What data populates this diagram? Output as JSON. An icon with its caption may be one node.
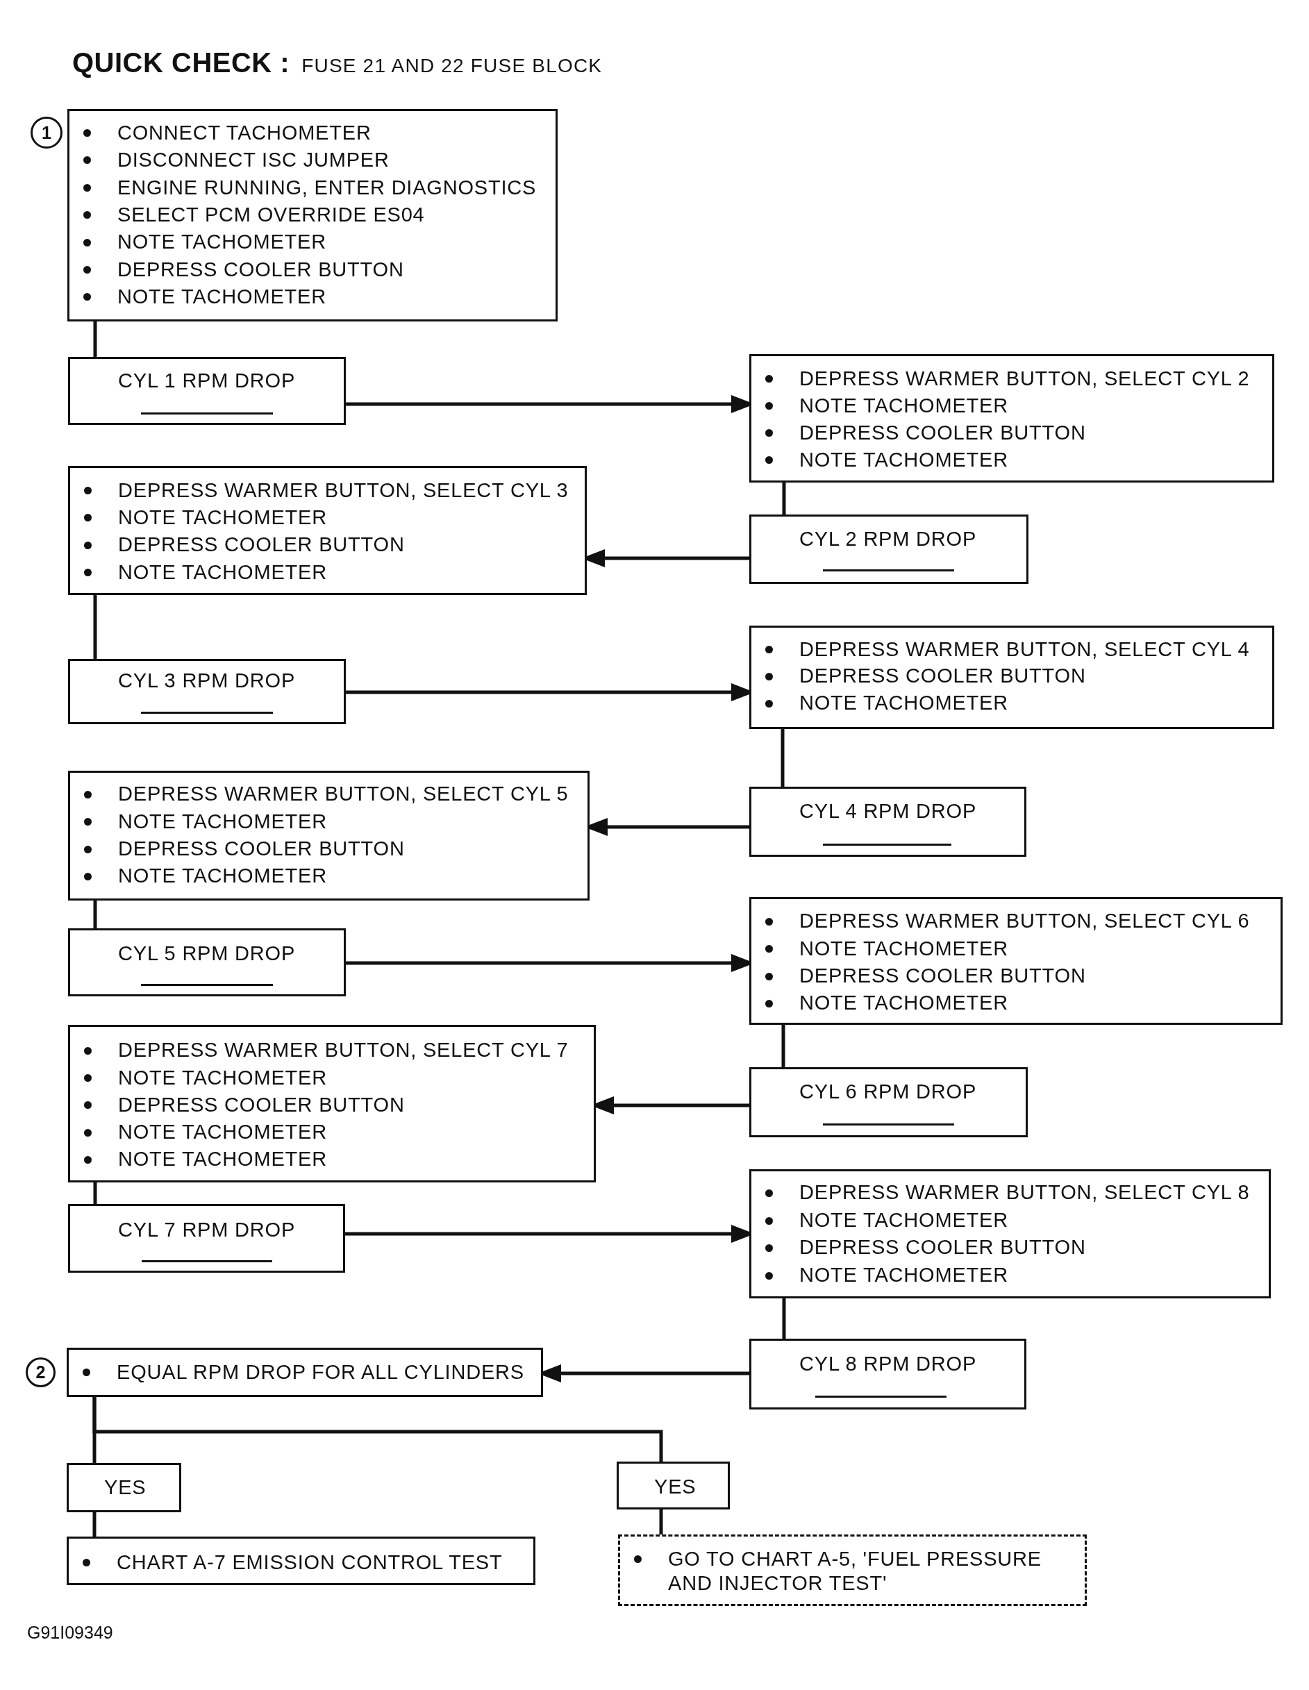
{
  "diagram": {
    "title": "**QUICK CHECK :** FUSE 21 AND 22 FUSE BLOCK",
    "nodes": [
      {
        "text": [
          "1"
        ]
      },
      {
        "text": [
          "CONNECT TACHOMETER",
          "DISCONNECT ISC JUMPER",
          "ENGINE RUNNING, ENTER DIAGNOSTICS",
          "SELECT PCM OVERRIDE ES04",
          "NOTE TACHOMETER",
          "DEPRESS COOLER BUTTON",
          "NOTE TACHOMETER"
        ]
      },
      {
        "text": [
          "CYL 1 RPM DROP"
        ]
      },
      {
        "text": [
          "DEPRESS WARMER BUTTON, SELECT CYL 2",
          "NOTE TACHOMETER",
          "DEPRESS COOLER BUTTON",
          "NOTE TACHOMETER"
        ]
      },
      {
        "text": [
          "CYL 2 RPM DROP"
        ]
      },
      {
        "text": [
          "DEPRESS WARMER BUTTON, SELECT CYL 3",
          "NOTE TACHOMETER",
          "DEPRESS COOLER BUTTON",
          "NOTE TACHOMETER"
        ]
      },
      {
        "text": [
          "CYL 3 RPM DROP"
        ]
      },
      {
        "text": [
          "DEPRESS WARMER BUTTON, SELECT CYL 4",
          "DEPRESS COOLER BUTTON",
          "NOTE TACHOMETER"
        ]
      },
      {
        "text": [
          "CYL 4 RPM DROP"
        ]
      },
      {
        "text": [
          "DEPRESS WARMER BUTTON, SELECT CYL 5",
          "NOTE TACHOMETER",
          "DEPRESS COOLER BUTTON",
          "NOTE TACHOMETER"
        ]
      },
      {
        "text": [
          "CYL 5 RPM DROP"
        ]
      },
      {
        "text": [
          "DEPRESS WARMER BUTTON, SELECT CYL 6",
          "NOTE TACHOMETER",
          "DEPRESS COOLER BUTTON",
          "NOTE TACHOMETER"
        ]
      },
      {
        "text": [
          "CYL 6 RPM DROP"
        ]
      },
      {
        "text": [
          "DEPRESS WARMER BUTTON, SELECT CYL 7",
          "NOTE TACHOMETER",
          "DEPRESS COOLER BUTTON",
          "NOTE TACHOMETER",
          "NOTE TACHOMETER"
        ]
      },
      {
        "text": [
          "CYL 7 RPM DROP"
        ]
      },
      {
        "text": [
          "DEPRESS WARMER BUTTON, SELECT CYL 8",
          "NOTE TACHOMETER",
          "DEPRESS COOLER BUTTON",
          "NOTE TACHOMETER"
        ]
      },
      {
        "text": [
          "CYL 8 RPM DROP"
        ]
      },
      {
        "text": [
          "2"
        ]
      },
      {
        "text": [
          "EQUAL RPM DROP FOR ALL CYLINDERS"
        ]
      },
      {
        "text": [
          "YES"
        ]
      },
      {
        "text": [
          "YES"
        ]
      },
      {
        "text": [
          "CHART A-7 EMISSION CONTROL TEST"
        ]
      },
      {
        "text": [
          "GO TO CHART A-5, 'FUEL PRESSURE AND INJECTOR TEST'"
        ]
      }
    ],
    "edges": [
      {
        "from": 1,
        "to": 2,
        "arrow": "none"
      },
      {
        "from": 2,
        "to": 3,
        "arrow": "to"
      },
      {
        "from": 3,
        "to": 4,
        "arrow": "none"
      },
      {
        "from": 4,
        "to": 5,
        "arrow": "to"
      },
      {
        "from": 5,
        "to": 6,
        "arrow": "none"
      },
      {
        "from": 6,
        "to": 7,
        "arrow": "to"
      },
      {
        "from": 7,
        "to": 8,
        "arrow": "none"
      },
      {
        "from": 8,
        "to": 9,
        "arrow": "to"
      },
      {
        "from": 9,
        "to": 10,
        "arrow": "none"
      },
      {
        "from": 10,
        "to": 11,
        "arrow": "to"
      },
      {
        "from": 11,
        "to": 12,
        "arrow": "none"
      },
      {
        "from": 12,
        "to": 13,
        "arrow": "to"
      },
      {
        "from": 13,
        "to": 14,
        "arrow": "none"
      },
      {
        "from": 14,
        "to": 15,
        "arrow": "to"
      },
      {
        "from": 15,
        "to": 16,
        "arrow": "none"
      },
      {
        "from": 16,
        "to": 18,
        "arrow": "to"
      },
      {
        "from": 18,
        "to": 19,
        "arrow": "none"
      },
      {
        "from": 18,
        "to": 20,
        "arrow": "none"
      },
      {
        "from": 19,
        "to": 21,
        "arrow": "none"
      },
      {
        "from": 20,
        "to": 22,
        "arrow": "none"
      }
    ],
    "labels": [
      "G91I09349"
    ]
  }
}
